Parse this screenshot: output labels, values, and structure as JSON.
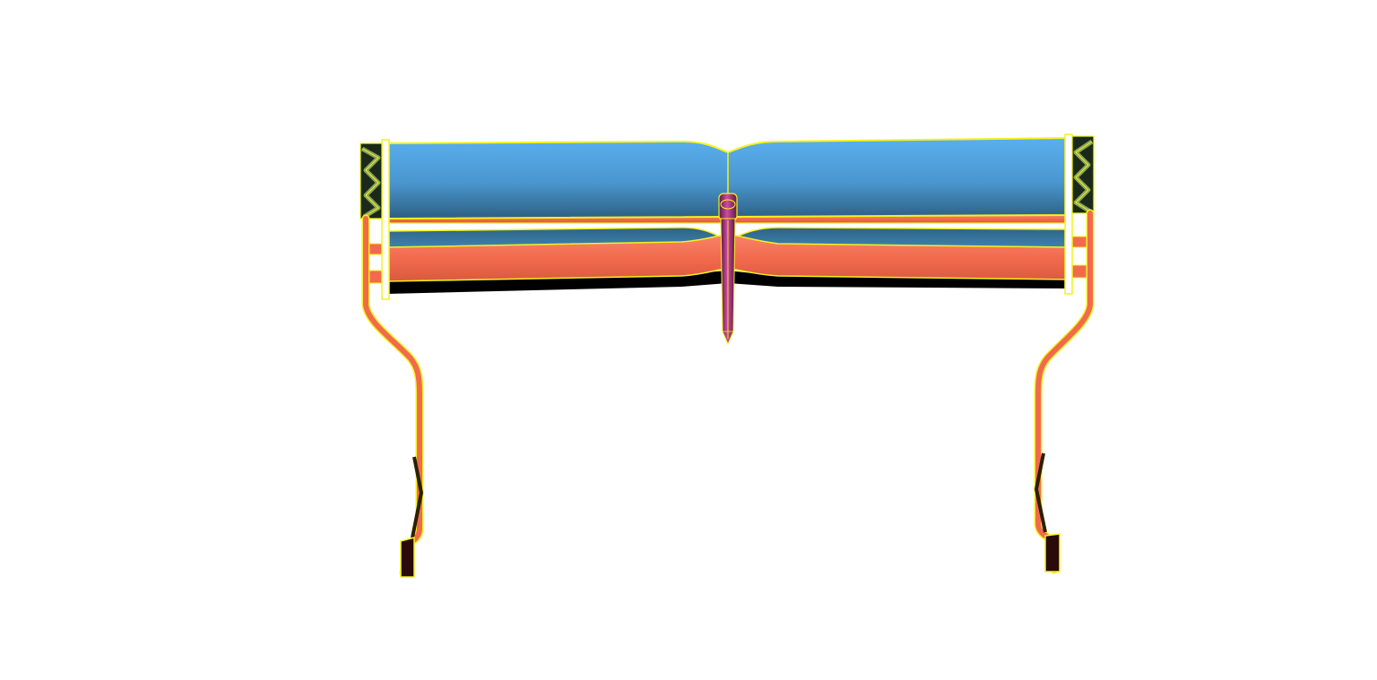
{
  "viewport": {
    "background": "#ffffff"
  },
  "colors": {
    "blue": "#5aafef",
    "blue_dark": "#2d5f82",
    "orange": "#f26a4d",
    "orange_dark": "#a8402a",
    "edge": "#f4f21c",
    "magenta": "#c23a93",
    "magenta_dark": "#5a1a44",
    "fin_green": "#8aa35a",
    "shadow": "#000000"
  },
  "parts": [
    {
      "id": "upper-blue-skin",
      "icon": "blue-panel"
    },
    {
      "id": "lower-blue-skin",
      "icon": "blue-panel"
    },
    {
      "id": "orange-tube-main",
      "icon": "orange-tube"
    },
    {
      "id": "orange-thin-tubes",
      "icon": "orange-tube"
    },
    {
      "id": "left-leg",
      "icon": "orange-bracket"
    },
    {
      "id": "right-leg",
      "icon": "orange-bracket"
    },
    {
      "id": "center-pin",
      "icon": "magenta-pin"
    },
    {
      "id": "left-fin-stack",
      "icon": "green-fins"
    },
    {
      "id": "right-fin-stack",
      "icon": "green-fins"
    }
  ]
}
